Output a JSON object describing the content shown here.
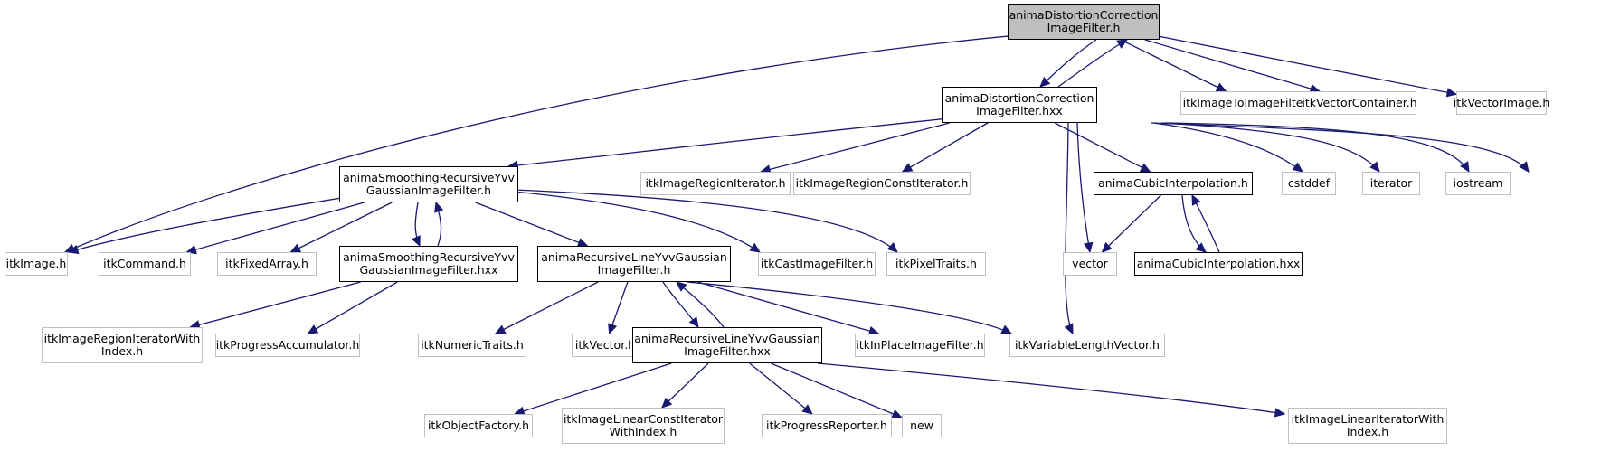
{
  "colors": {
    "edge": "#191970",
    "root_fill": "#bfbfbf",
    "external_border": "#bfbfbf",
    "internal_border": "#000000"
  },
  "nodes": [
    {
      "id": "root",
      "label": "animaDistortionCorrection\nImageFilter.h",
      "kind": "root"
    },
    {
      "id": "hxx",
      "label": "animaDistortionCorrection\nImageFilter.hxx",
      "kind": "internal"
    },
    {
      "id": "itkImageToImageFilter",
      "label": "itkImageToImageFilter.h",
      "kind": "external"
    },
    {
      "id": "itkVectorContainer",
      "label": "itkVectorContainer.h",
      "kind": "external"
    },
    {
      "id": "itkVectorImage",
      "label": "itkVectorImage.h",
      "kind": "external"
    },
    {
      "id": "smoothH",
      "label": "animaSmoothingRecursiveYvv\nGaussianImageFilter.h",
      "kind": "internal"
    },
    {
      "id": "itkImageRegionIterator",
      "label": "itkImageRegionIterator.h",
      "kind": "external"
    },
    {
      "id": "itkImageRegionConstIterator",
      "label": "itkImageRegionConstIterator.h",
      "kind": "external"
    },
    {
      "id": "cubicH",
      "label": "animaCubicInterpolation.h",
      "kind": "internal"
    },
    {
      "id": "cstddef",
      "label": "cstddef",
      "kind": "external"
    },
    {
      "id": "iterator",
      "label": "iterator",
      "kind": "external"
    },
    {
      "id": "iostream",
      "label": "iostream",
      "kind": "external"
    },
    {
      "id": "itkImage",
      "label": "itkImage.h",
      "kind": "external"
    },
    {
      "id": "itkCommand",
      "label": "itkCommand.h",
      "kind": "external"
    },
    {
      "id": "itkFixedArray",
      "label": "itkFixedArray.h",
      "kind": "external"
    },
    {
      "id": "smoothHxx",
      "label": "animaSmoothingRecursiveYvv\nGaussianImageFilter.hxx",
      "kind": "internal"
    },
    {
      "id": "lineH",
      "label": "animaRecursiveLineYvvGaussian\nImageFilter.h",
      "kind": "internal"
    },
    {
      "id": "itkCastImageFilter",
      "label": "itkCastImageFilter.h",
      "kind": "external"
    },
    {
      "id": "itkPixelTraits",
      "label": "itkPixelTraits.h",
      "kind": "external"
    },
    {
      "id": "vector",
      "label": "vector",
      "kind": "external"
    },
    {
      "id": "cubicHxx",
      "label": "animaCubicInterpolation.hxx",
      "kind": "internal"
    },
    {
      "id": "itkImageRegionIteratorWithIndex",
      "label": "itkImageRegionIteratorWith\nIndex.h",
      "kind": "external"
    },
    {
      "id": "itkProgressAccumulator",
      "label": "itkProgressAccumulator.h",
      "kind": "external"
    },
    {
      "id": "itkNumericTraits",
      "label": "itkNumericTraits.h",
      "kind": "external"
    },
    {
      "id": "itkVector",
      "label": "itkVector.h",
      "kind": "external"
    },
    {
      "id": "lineHxx",
      "label": "animaRecursiveLineYvvGaussian\nImageFilter.hxx",
      "kind": "internal"
    },
    {
      "id": "itkInPlaceImageFilter",
      "label": "itkInPlaceImageFilter.h",
      "kind": "external"
    },
    {
      "id": "itkVariableLengthVector",
      "label": "itkVariableLengthVector.h",
      "kind": "external"
    },
    {
      "id": "itkObjectFactory",
      "label": "itkObjectFactory.h",
      "kind": "external"
    },
    {
      "id": "itkImageLinearConstIteratorWithIndex",
      "label": "itkImageLinearConstIterator\nWithIndex.h",
      "kind": "external"
    },
    {
      "id": "itkProgressReporter",
      "label": "itkProgressReporter.h",
      "kind": "external"
    },
    {
      "id": "new",
      "label": "new",
      "kind": "external"
    },
    {
      "id": "itkImageLinearIteratorWithIndex",
      "label": "itkImageLinearIteratorWith\nIndex.h",
      "kind": "external"
    }
  ],
  "edges": [
    [
      "root",
      "itkImage"
    ],
    [
      "root",
      "hxx"
    ],
    [
      "root",
      "itkImageToImageFilter"
    ],
    [
      "root",
      "itkVectorContainer"
    ],
    [
      "root",
      "itkVectorImage"
    ],
    [
      "hxx",
      "root"
    ],
    [
      "hxx",
      "smoothH"
    ],
    [
      "hxx",
      "itkImageRegionIterator"
    ],
    [
      "hxx",
      "itkImageRegionConstIterator"
    ],
    [
      "hxx",
      "itkVariableLengthVector"
    ],
    [
      "hxx",
      "vector"
    ],
    [
      "hxx",
      "cubicH"
    ],
    [
      "hxx",
      "cstddef"
    ],
    [
      "hxx",
      "iterator"
    ],
    [
      "hxx",
      "iostream"
    ],
    [
      "hxx",
      "itkImageLinearIteratorWithIndex"
    ],
    [
      "smoothH",
      "itkImage"
    ],
    [
      "smoothH",
      "itkCommand"
    ],
    [
      "smoothH",
      "itkFixedArray"
    ],
    [
      "smoothH",
      "smoothHxx"
    ],
    [
      "smoothH",
      "lineH"
    ],
    [
      "smoothH",
      "itkCastImageFilter"
    ],
    [
      "smoothH",
      "itkPixelTraits"
    ],
    [
      "smoothHxx",
      "smoothH"
    ],
    [
      "smoothHxx",
      "itkImageRegionIteratorWithIndex"
    ],
    [
      "smoothHxx",
      "itkProgressAccumulator"
    ],
    [
      "lineH",
      "itkNumericTraits"
    ],
    [
      "lineH",
      "itkVector"
    ],
    [
      "lineH",
      "lineHxx"
    ],
    [
      "lineH",
      "itkInPlaceImageFilter"
    ],
    [
      "lineH",
      "itkVariableLengthVector"
    ],
    [
      "lineHxx",
      "lineH"
    ],
    [
      "lineHxx",
      "itkObjectFactory"
    ],
    [
      "lineHxx",
      "itkImageLinearConstIteratorWithIndex"
    ],
    [
      "lineHxx",
      "itkProgressReporter"
    ],
    [
      "lineHxx",
      "new"
    ],
    [
      "lineHxx",
      "itkImageLinearIteratorWithIndex"
    ],
    [
      "cubicH",
      "vector"
    ],
    [
      "cubicH",
      "cubicHxx"
    ],
    [
      "cubicHxx",
      "cubicH"
    ]
  ]
}
